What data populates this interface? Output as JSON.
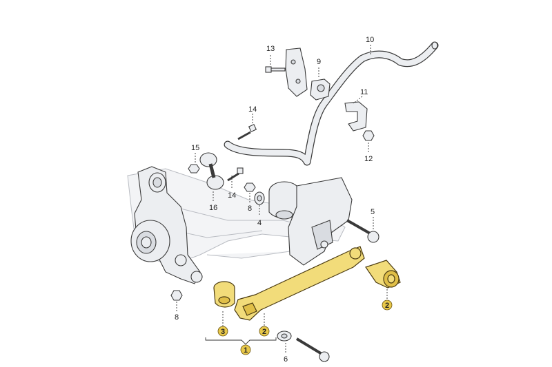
{
  "callouts": [
    {
      "id": "c13",
      "text": "13"
    },
    {
      "id": "c10",
      "text": "10"
    },
    {
      "id": "c9",
      "text": "9"
    },
    {
      "id": "c11",
      "text": "11"
    },
    {
      "id": "c14a",
      "text": "14"
    },
    {
      "id": "c15",
      "text": "15"
    },
    {
      "id": "c12",
      "text": "12"
    },
    {
      "id": "c14b",
      "text": "14"
    },
    {
      "id": "c16",
      "text": "16"
    },
    {
      "id": "c8a",
      "text": "8"
    },
    {
      "id": "c4",
      "text": "4"
    },
    {
      "id": "c5",
      "text": "5"
    },
    {
      "id": "c8b",
      "text": "8"
    },
    {
      "id": "c6",
      "text": "6"
    }
  ],
  "badges": [
    {
      "id": "b3",
      "text": "3"
    },
    {
      "id": "b2a",
      "text": "2"
    },
    {
      "id": "b1",
      "text": "1"
    },
    {
      "id": "b2b",
      "text": "2"
    }
  ],
  "colors": {
    "highlight": "#f2dc7a",
    "badge": "#e8c84a",
    "line": "#3a3a3a"
  }
}
